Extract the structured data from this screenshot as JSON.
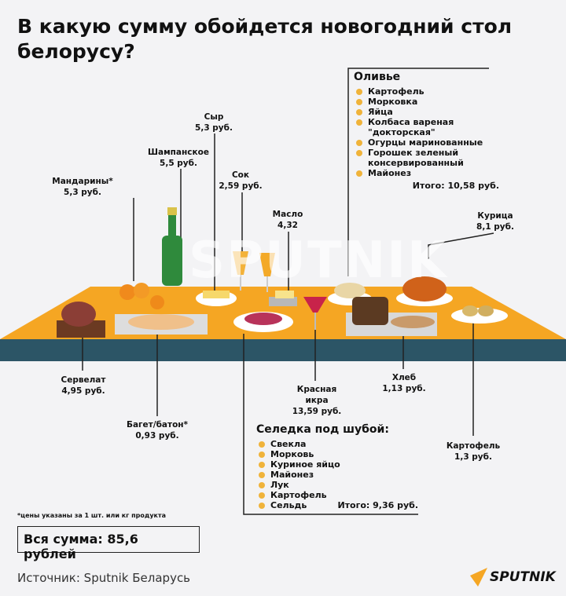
{
  "title": "В какую сумму обойдется новогодний стол белорусу?",
  "watermark": "SPUTNIK",
  "items": {
    "mandarins": {
      "name": "Мандарины*",
      "price": "5,3 руб."
    },
    "champagne": {
      "name": "Шампанское",
      "price": "5,5 руб."
    },
    "cheese": {
      "name": "Сыр",
      "price": "5,3 руб."
    },
    "juice": {
      "name": "Сок",
      "price": "2,59 руб."
    },
    "butter": {
      "name": "Масло",
      "price": "4,32"
    },
    "chicken": {
      "name": "Курица",
      "price": "8,1 руб."
    },
    "servelat": {
      "name": "Сервелат",
      "price": "4,95 руб."
    },
    "baguette": {
      "name": "Багет/батон*",
      "price": "0,93 руб."
    },
    "caviar": {
      "name1": "Красная",
      "name2": "икра",
      "price": "13,59 руб."
    },
    "bread": {
      "name": "Хлеб",
      "price": "1,13 руб."
    },
    "potato": {
      "name": "Картофель",
      "price": "1,3 руб."
    }
  },
  "olivier": {
    "title": "Оливье",
    "ingredients": [
      "Картофель",
      "Морковка",
      "Яйца",
      "Колбаса вареная \"докторская\"",
      "Огурцы маринованные",
      "Горошек зеленый консервированный",
      "Майонез"
    ],
    "total": "Итого: 10,58 руб."
  },
  "herring": {
    "title": "Селедка под шубой:",
    "ingredients": [
      "Свекла",
      "Морковь",
      "Куриное яйцо",
      "Майонез",
      "Лук",
      "Картофель",
      "Сельдь"
    ],
    "total": "Итого: 9,36 руб."
  },
  "footnote": "*цены указаны за 1 шт. или кг продукта",
  "grand_total": "Вся сумма: 85,6 рублей",
  "source": "Источник: Sputnik Беларусь",
  "logo": "SPUTNIK",
  "colors": {
    "table_top": "#f5a623",
    "table_edge": "#2c5566",
    "bullet": "#f0b33a"
  }
}
